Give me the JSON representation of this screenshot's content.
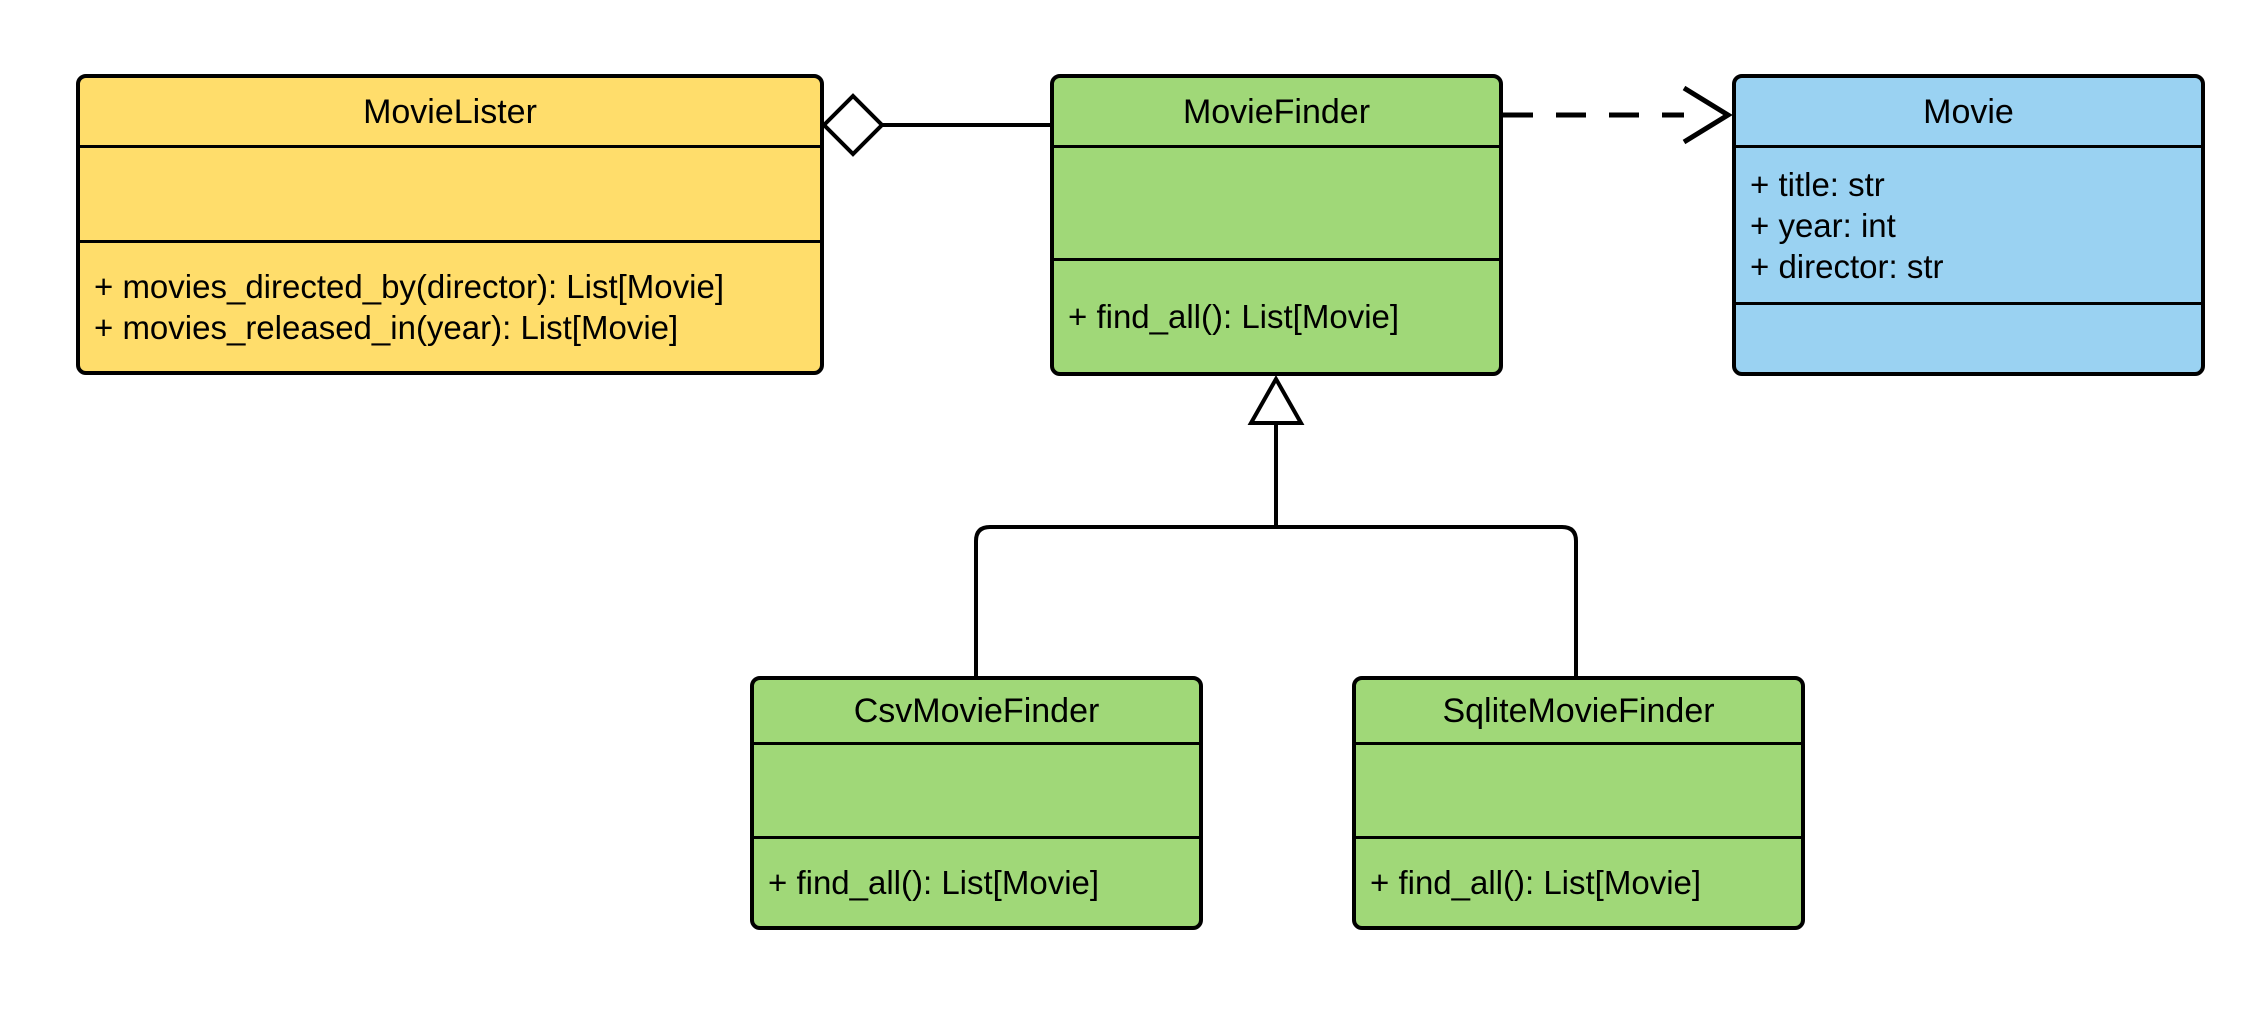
{
  "diagram": {
    "kind": "uml-class-diagram",
    "background_color": "#FFFFFF",
    "stroke_color": "#000000",
    "classes": [
      {
        "name": "MovieLister",
        "fill": "#FFDD6B",
        "attributes": [],
        "methods": [
          "+ movies_directed_by(director): List[Movie]",
          "+ movies_released_in(year): List[Movie]"
        ]
      },
      {
        "name": "MovieFinder",
        "fill": "#A0D878",
        "attributes": [],
        "methods": [
          "+ find_all(): List[Movie]"
        ]
      },
      {
        "name": "Movie",
        "fill": "#9AD2F2",
        "attributes": [
          "+ title: str",
          "+ year: int",
          "+ director: str"
        ],
        "methods": []
      },
      {
        "name": "CsvMovieFinder",
        "fill": "#A0D878",
        "attributes": [],
        "methods": [
          "+ find_all(): List[Movie]"
        ]
      },
      {
        "name": "SqliteMovieFinder",
        "fill": "#A0D878",
        "attributes": [],
        "methods": [
          "+ find_all(): List[Movie]"
        ]
      }
    ],
    "relationships": [
      {
        "type": "aggregation",
        "from": "MovieLister",
        "to": "MovieFinder",
        "marker": "hollow-diamond",
        "line": "solid"
      },
      {
        "type": "dependency",
        "from": "MovieFinder",
        "to": "Movie",
        "marker": "open-arrow",
        "line": "dashed"
      },
      {
        "type": "inheritance",
        "from": "CsvMovieFinder",
        "to": "MovieFinder",
        "marker": "hollow-triangle",
        "line": "solid"
      },
      {
        "type": "inheritance",
        "from": "SqliteMovieFinder",
        "to": "MovieFinder",
        "marker": "hollow-triangle",
        "line": "solid"
      }
    ]
  }
}
